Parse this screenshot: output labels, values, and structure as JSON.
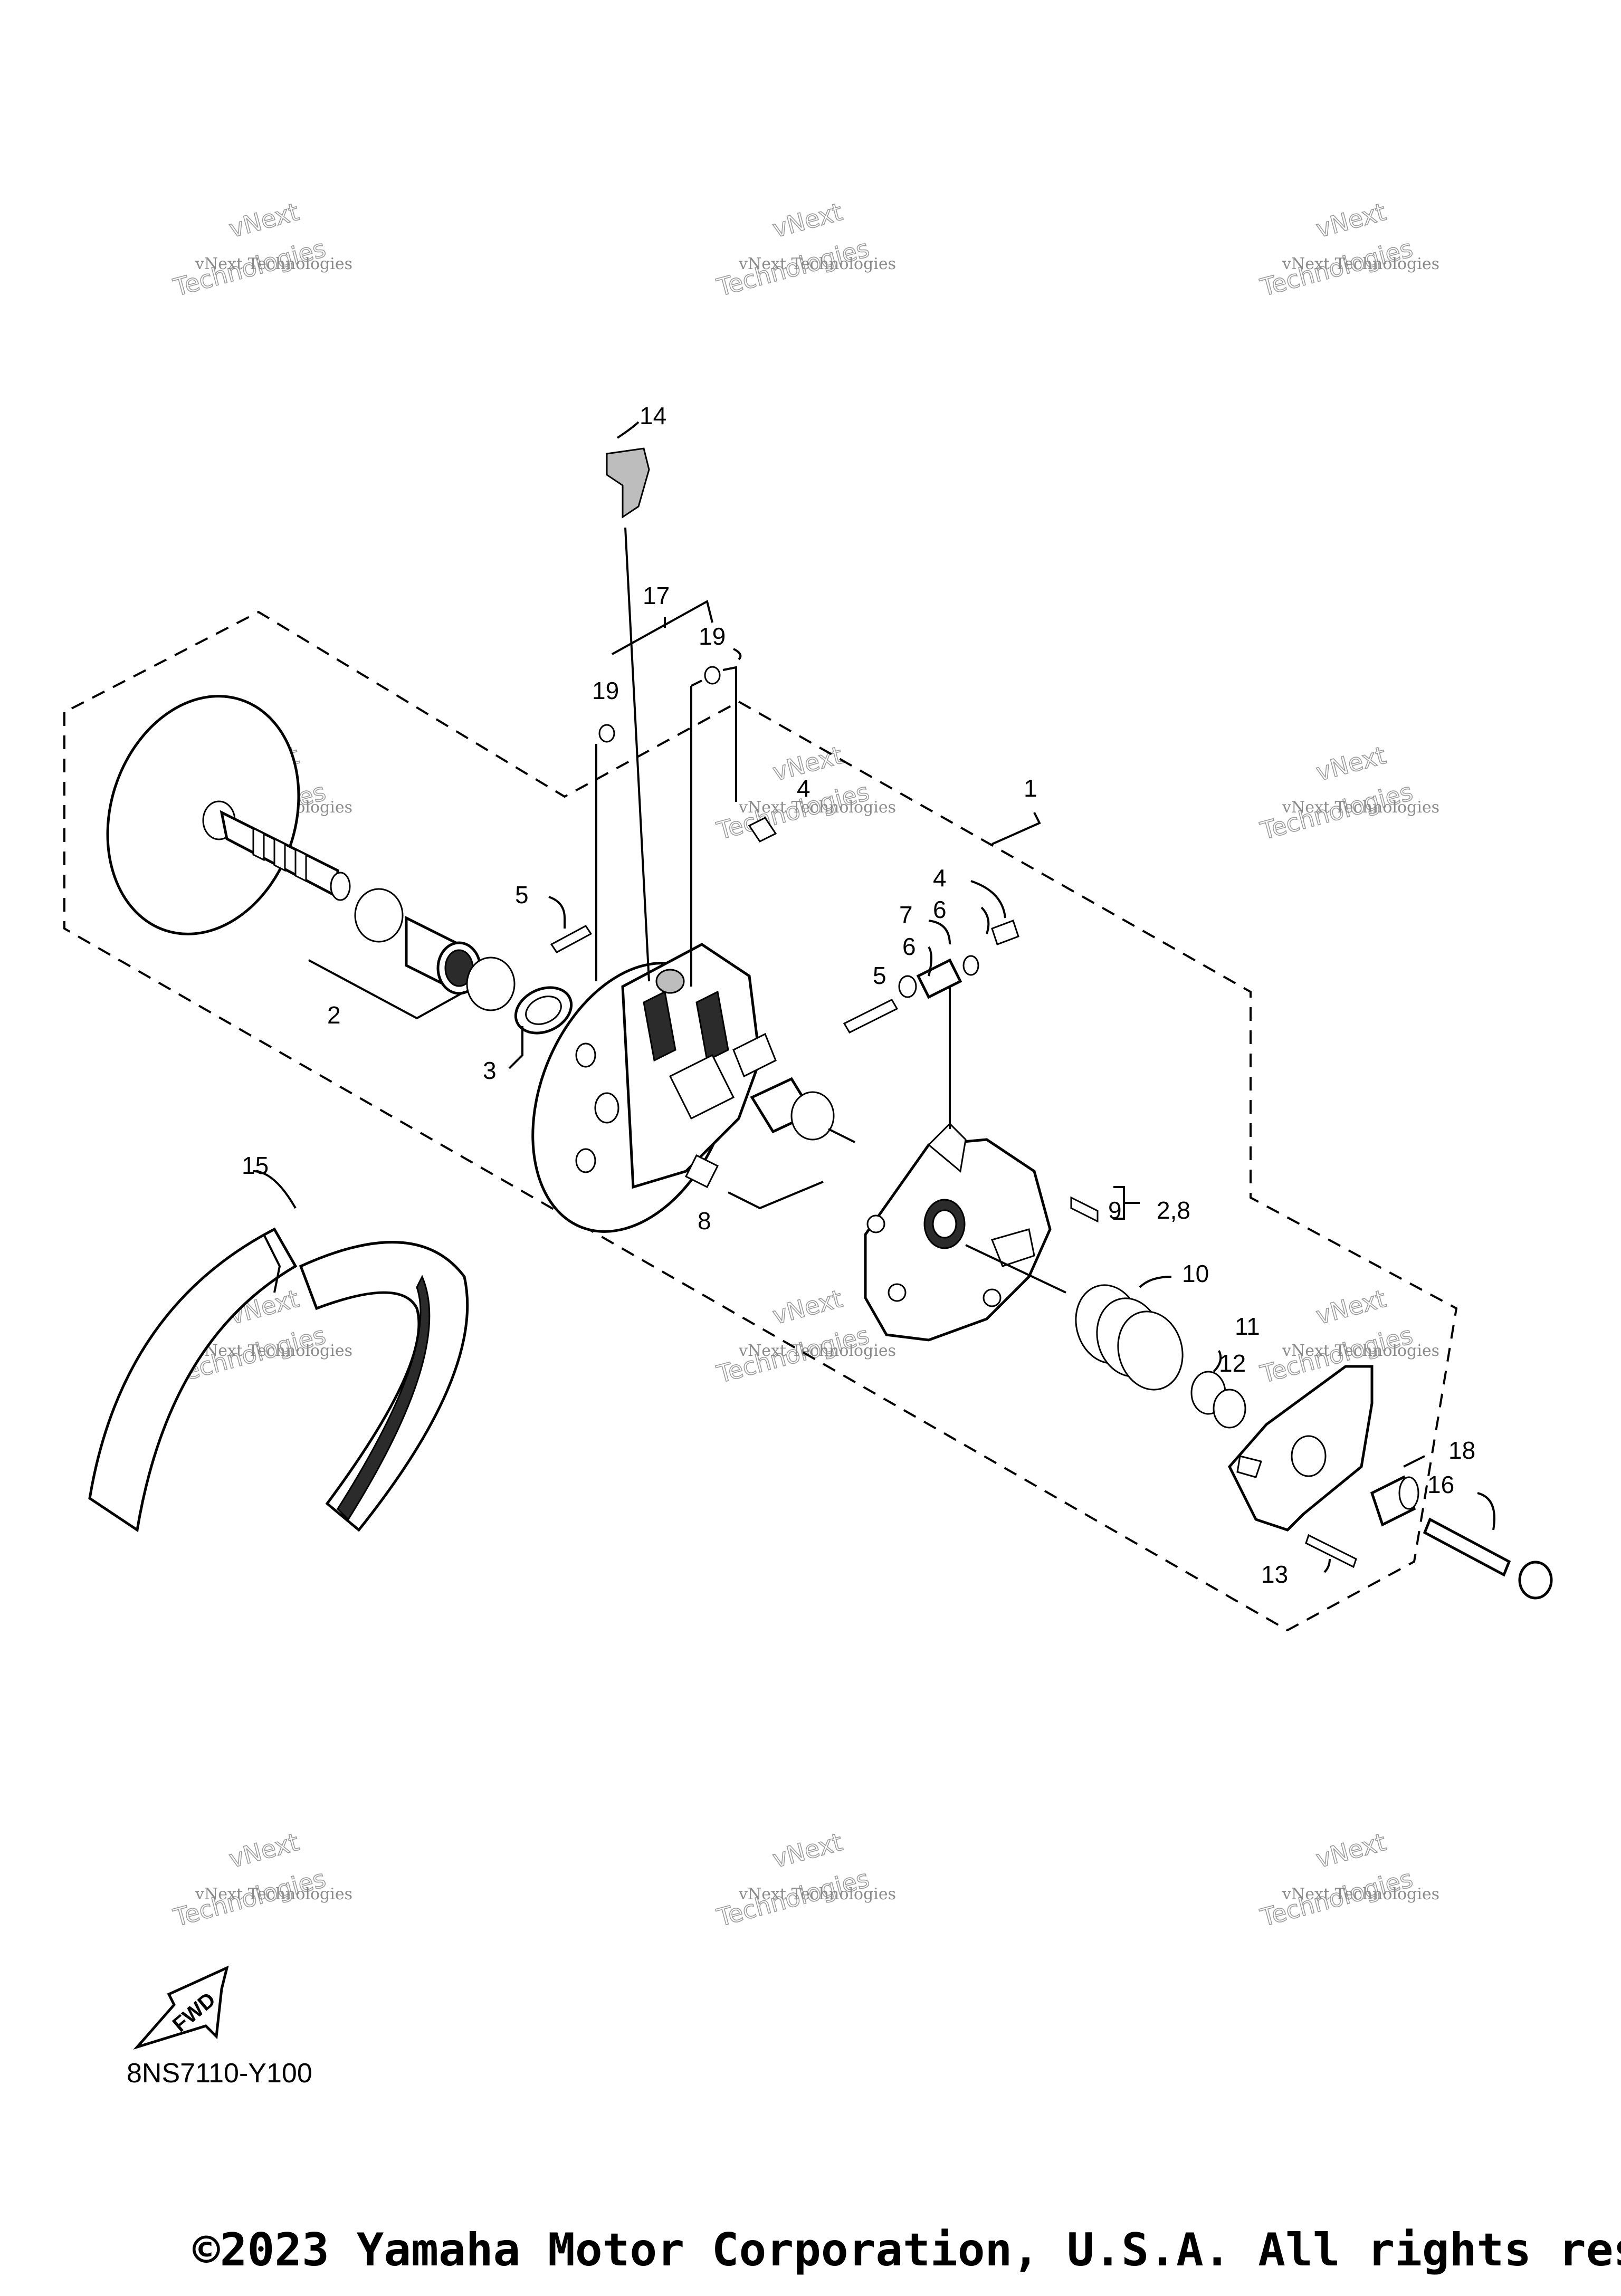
{
  "callouts": [
    "1",
    "2",
    "3",
    "4",
    "4",
    "5",
    "5",
    "6",
    "6",
    "7",
    "8",
    "9",
    "2,8",
    "10",
    "11",
    "12",
    "13",
    "14",
    "15",
    "16",
    "17",
    "18",
    "19",
    "19"
  ],
  "watermark": {
    "line1": "vNext Technologies",
    "line2": "vNext",
    "line3": "Technologies"
  },
  "fwd_label": "FWD",
  "drawing_code": "8NS7110-Y100",
  "copyright": "©2023 Yamaha Motor Corporation, U.S.A. All rights res"
}
